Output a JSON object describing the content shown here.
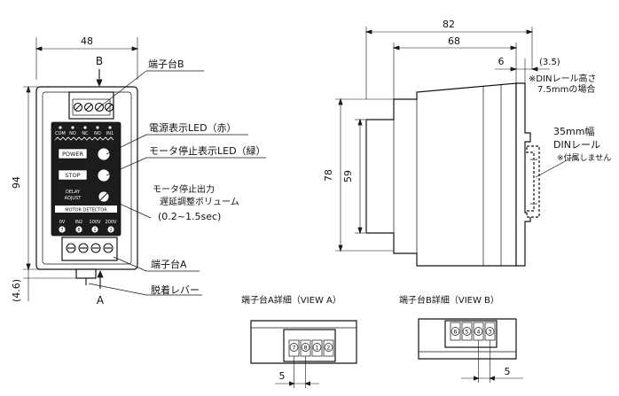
{
  "front_view": {
    "dim_width": "48",
    "dim_height": "94",
    "dim_lever": "(4.6)",
    "view_b_marker": "B",
    "view_a_marker": "A",
    "labels": {
      "terminal_b": "端子台B",
      "power_led": "電源表示LED（赤）",
      "stop_led": "モータ停止表示LED（緑）",
      "delay_line1": "モータ停止出力",
      "delay_line2": "遅延調整ボリューム",
      "delay_range": "(0.2~1.5sec)",
      "terminal_a": "端子台A",
      "release_lever": "脱着レバー"
    },
    "panel": {
      "top_terminals": [
        "COM",
        "NO",
        "NC",
        "NO",
        "IN1"
      ],
      "power": "POWER",
      "stop": "STOP",
      "delay_knob_line1": "DELAY",
      "delay_knob_line2": "ADJUST",
      "brand": "MOTOR DETECTOR",
      "bottom_terminals": [
        "0V",
        "IN2",
        "100V",
        "200V"
      ],
      "bottom_numbers": [
        "7",
        "8",
        "1",
        "2"
      ]
    }
  },
  "side_view": {
    "dim_depth_total": "82",
    "dim_depth_body": "68",
    "dim_rail_offset": "6",
    "dim_rail_height": "(3.5)",
    "dim_height_outer": "78",
    "dim_height_inner": "59",
    "note_din_height_line1": "※DINレール高さ",
    "note_din_height_line2": "7.5mmの場合",
    "rail_label_line1": "35mm幅",
    "rail_label_line2": "DINレール",
    "rail_note": "※付属しません"
  },
  "detail_a": {
    "title": "端子台A詳細（VIEW A）",
    "terminals": [
      "7",
      "8",
      "1",
      "2"
    ],
    "pitch": "5"
  },
  "detail_b": {
    "title": "端子台B詳細（VIEW B）",
    "terminals": [
      "6",
      "5",
      "4",
      "3"
    ],
    "pitch": "5"
  }
}
